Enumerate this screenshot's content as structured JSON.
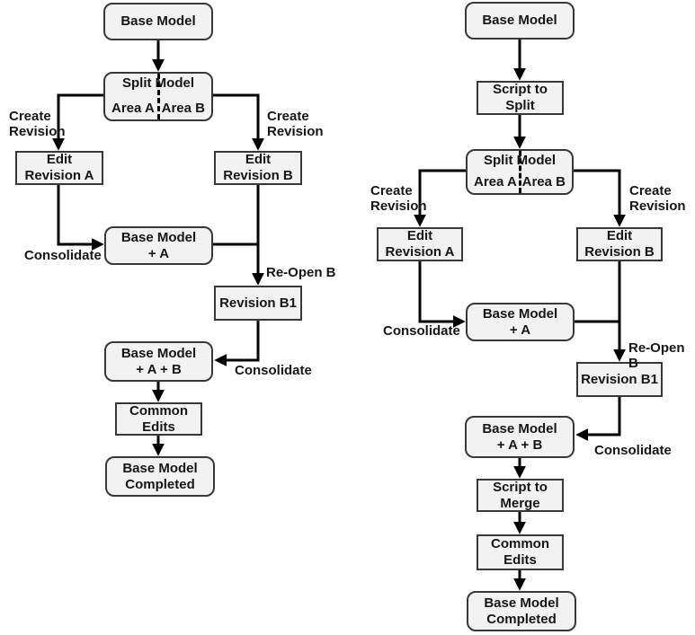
{
  "diagram": {
    "colors": {
      "background": "#ffffff",
      "box_fill": "#f2f2f2",
      "box_border": "#383838",
      "line": "#000000",
      "text": "#161616"
    },
    "left_flow": {
      "nodes": {
        "base_model": "Base Model",
        "split_model_title": "Split Model",
        "area_a": "Area A",
        "area_b": "Area B",
        "edit_revision_a": "Edit\nRevision A",
        "edit_revision_b": "Edit\nRevision B",
        "base_model_a": "Base Model\n+ A",
        "revision_b1": "Revision B1",
        "base_model_ab": "Base Model\n+ A + B",
        "common_edits": "Common\nEdits",
        "base_model_completed": "Base Model\nCompleted"
      },
      "labels": {
        "create_revision_left": "Create\nRevision",
        "create_revision_right": "Create\nRevision",
        "consolidate_a": "Consolidate",
        "re_open_b": "Re-Open B",
        "consolidate_b": "Consolidate"
      }
    },
    "right_flow": {
      "nodes": {
        "base_model": "Base Model",
        "script_to_split": "Script to\nSplit",
        "split_model_title": "Split Model",
        "area_a": "Area A",
        "area_b": "Area B",
        "edit_revision_a": "Edit\nRevision A",
        "edit_revision_b": "Edit\nRevision B",
        "base_model_a": "Base Model\n+ A",
        "revision_b1": "Revision B1",
        "base_model_ab": "Base Model\n+ A + B",
        "script_to_merge": "Script to\nMerge",
        "common_edits": "Common\nEdits",
        "base_model_completed": "Base Model\nCompleted"
      },
      "labels": {
        "create_revision_left": "Create\nRevision",
        "create_revision_right": "Create\nRevision",
        "consolidate_a": "Consolidate",
        "re_open_b": "Re-Open B",
        "consolidate_b": "Consolidate"
      }
    }
  }
}
